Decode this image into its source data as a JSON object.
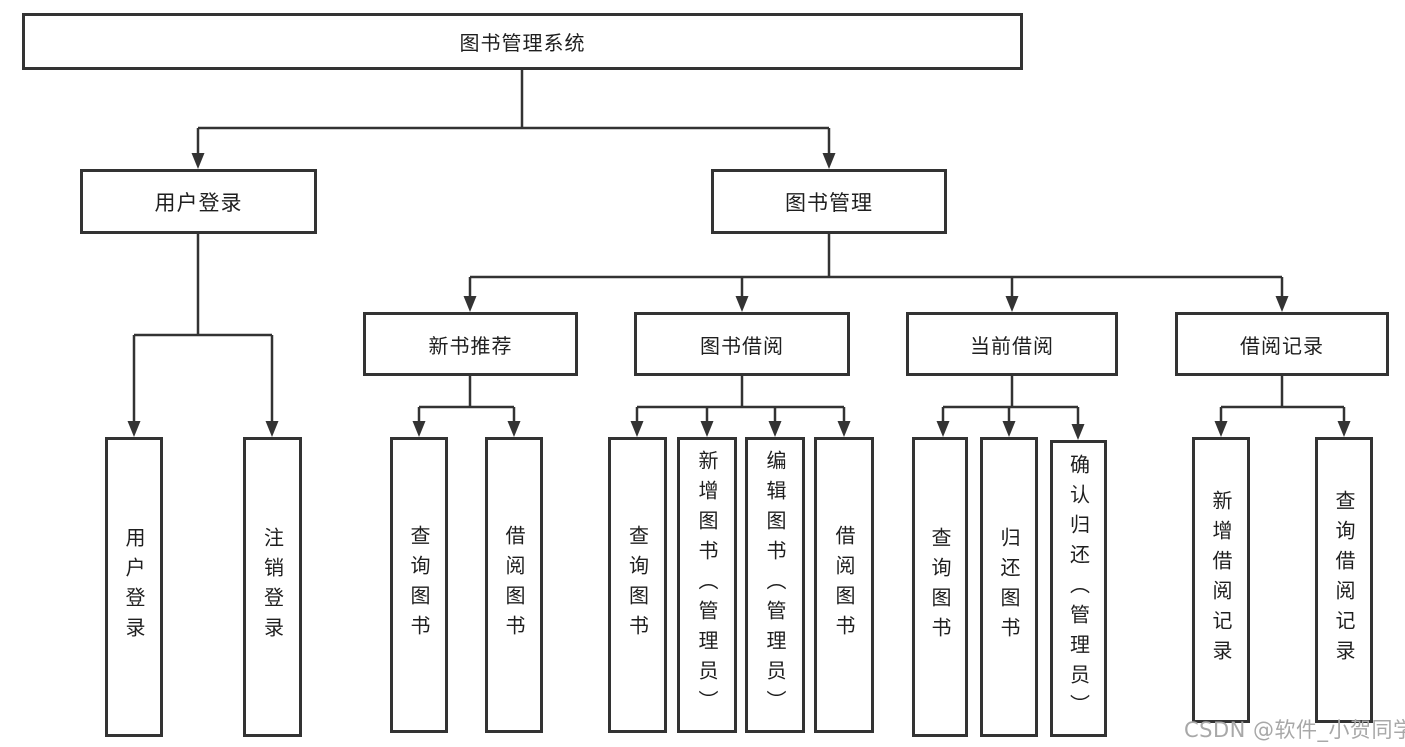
{
  "diagram_title": "图书管理系统",
  "nodes": {
    "root": "图书管理系统",
    "level2": {
      "user_login": "用户登录",
      "book_management": "图书管理"
    },
    "level3": {
      "new_book_recommend": "新书推荐",
      "book_borrowing": "图书借阅",
      "current_borrowing": "当前借阅",
      "borrowing_records": "借阅记录"
    },
    "leaves": {
      "user_login": "用户登录",
      "logout": "注销登录",
      "nr_query_books": "查询图书",
      "nr_borrow_books": "借阅图书",
      "bb_query_books": "查询图书",
      "bb_add_books_admin": "新增图书（管理员）",
      "bb_edit_books_admin": "编辑图书（管理员）",
      "bb_borrow_books": "借阅图书",
      "cb_query_books": "查询图书",
      "cb_return_books": "归还图书",
      "cb_confirm_return_admin": "确认归还（管理员）",
      "br_add_record": "新增借阅记录",
      "br_query_record": "查询借阅记录"
    }
  },
  "watermark": "CSDN @软件_小贺同学",
  "colors": {
    "line": "#333333",
    "border": "#333333",
    "bg": "#ffffff",
    "text": "#1f1f1f",
    "watermark": "#a8a8a8",
    "canvas": "#ffffff"
  }
}
